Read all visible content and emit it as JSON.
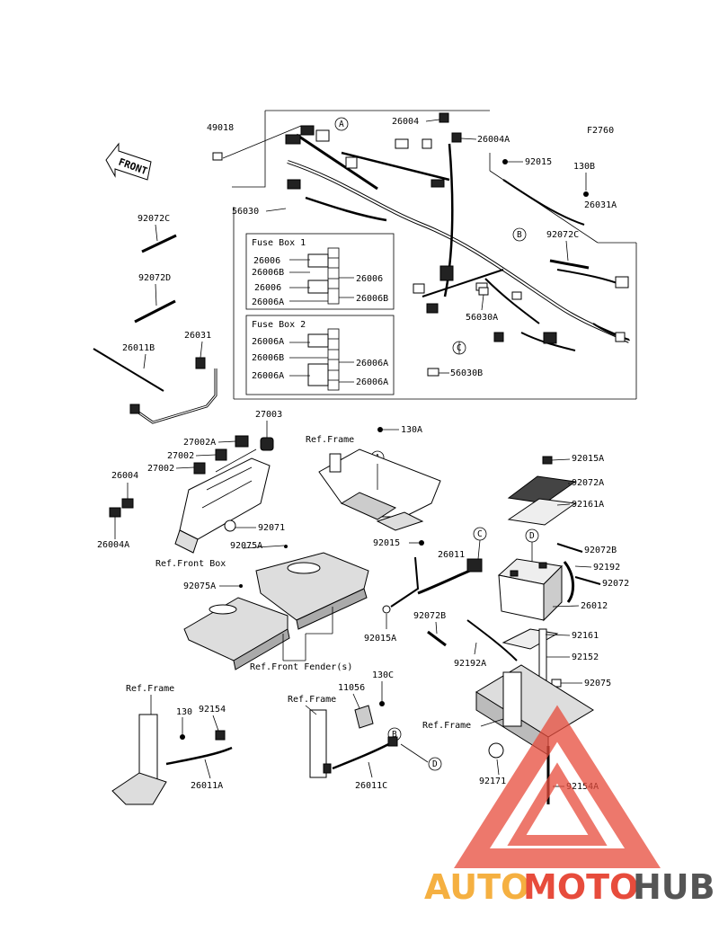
{
  "figure_code": "F2760",
  "front_label": "FRONT",
  "callouts": [
    "A",
    "B",
    "C",
    "D"
  ],
  "fuse_box_1": {
    "title": "Fuse Box 1",
    "left_labels": [
      "26006",
      "26006B",
      "26006",
      "26006A"
    ],
    "right_labels": [
      "26006",
      "26006B"
    ]
  },
  "fuse_box_2": {
    "title": "Fuse Box 2",
    "left_labels": [
      "26006A",
      "26006B",
      "26006A"
    ],
    "right_labels": [
      "26006A",
      "26006A"
    ]
  },
  "part_labels": {
    "p49018": "49018",
    "p56030": "56030",
    "p26004_top": "26004",
    "p26004A_top": "26004A",
    "p92015_top": "92015",
    "p130B": "130B",
    "p26031A": "26031A",
    "p92072C_right": "92072C",
    "p56030A": "56030A",
    "p56030B": "56030B",
    "p92072C_left": "92072C",
    "p92072D": "92072D",
    "p26011B": "26011B",
    "p26031": "26031",
    "p27003": "27003",
    "p27002A": "27002A",
    "p27002_a": "27002",
    "p27002_b": "27002",
    "p26004_left": "26004",
    "p26004A_left": "26004A",
    "p92071": "92071",
    "p130A": "130A",
    "p92015A_top": "92015A",
    "p92072A": "92072A",
    "p92161A": "92161A",
    "p92072B_right": "92072B",
    "p92192": "92192",
    "p92072": "92072",
    "p26012": "26012",
    "p92161": "92161",
    "p92152": "92152",
    "p92075": "92075",
    "p92015_mid": "92015",
    "p26011": "26011",
    "p92015A_mid": "92015A",
    "p92072B_mid": "92072B",
    "p92192A": "92192A",
    "p92075A_a": "92075A",
    "p92075A_b": "92075A",
    "p11056": "11056",
    "p130C": "130C",
    "p130": "130",
    "p92154": "92154",
    "p26011A": "26011A",
    "p26011C": "26011C",
    "p92171": "92171",
    "p92154A": "92154A"
  },
  "ref_labels": {
    "frame_top": "Ref.Frame",
    "front_box": "Ref.Front Box",
    "front_fender": "Ref.Front Fender(s)",
    "frame_bl": "Ref.Frame",
    "frame_bm": "Ref.Frame",
    "frame_br": "Ref.Frame"
  },
  "watermark": {
    "part1": "AUTO",
    "part2": "MOTO",
    "part3": "HUB",
    "color_orange": "#f5b041",
    "color_red": "#e74c3c",
    "color_grey": "#555555"
  }
}
